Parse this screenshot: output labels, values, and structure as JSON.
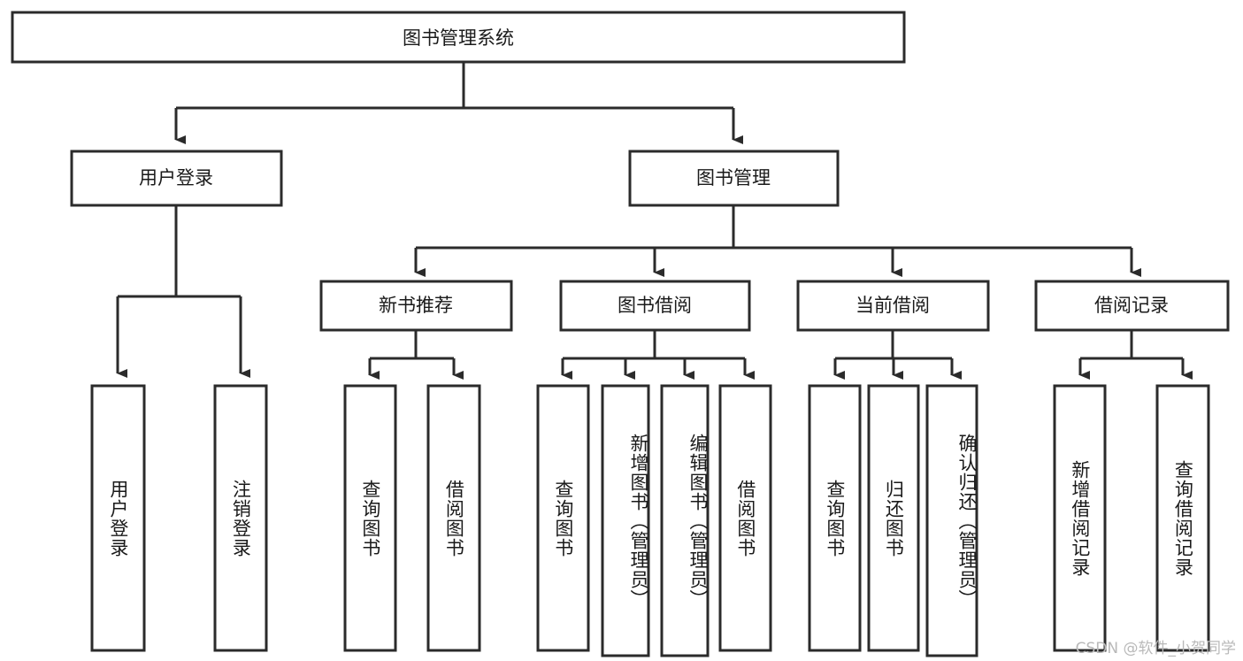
{
  "diagram": {
    "type": "tree",
    "title": "图书管理系统",
    "theme": {
      "background": "#ffffff",
      "box_stroke": "#2b2b2b",
      "box_fill": "#ffffff",
      "text": "#1a1a1a",
      "watermark": "#b9b9b9"
    },
    "root": {
      "label": "图书管理系统"
    },
    "level1": [
      {
        "id": "user-login",
        "label": "用户登录"
      },
      {
        "id": "book-manage",
        "label": "图书管理"
      }
    ],
    "level2": [
      {
        "id": "new-book-rec",
        "label": "新书推荐",
        "parent": "book-manage"
      },
      {
        "id": "book-borrow",
        "label": "图书借阅",
        "parent": "book-manage"
      },
      {
        "id": "current-borrow",
        "label": "当前借阅",
        "parent": "book-manage"
      },
      {
        "id": "borrow-record",
        "label": "借阅记录",
        "parent": "book-manage"
      }
    ],
    "leaves": [
      {
        "id": "leaf-user-login",
        "label": "用户登录",
        "parent": "user-login"
      },
      {
        "id": "leaf-logout-login",
        "label": "注销登录",
        "parent": "user-login"
      },
      {
        "id": "leaf-query-book-1",
        "label": "查询图书",
        "parent": "new-book-rec"
      },
      {
        "id": "leaf-borrow-book-1",
        "label": "借阅图书",
        "parent": "new-book-rec"
      },
      {
        "id": "leaf-query-book-2",
        "label": "查询图书",
        "parent": "book-borrow"
      },
      {
        "id": "leaf-add-book",
        "label": "新增图书（管理员）",
        "parent": "book-borrow"
      },
      {
        "id": "leaf-edit-book",
        "label": "编辑图书（管理员）",
        "parent": "book-borrow"
      },
      {
        "id": "leaf-borrow-book-2",
        "label": "借阅图书",
        "parent": "book-borrow"
      },
      {
        "id": "leaf-query-book-3",
        "label": "查询图书",
        "parent": "current-borrow"
      },
      {
        "id": "leaf-return-book",
        "label": "归还图书",
        "parent": "current-borrow"
      },
      {
        "id": "leaf-confirm-return",
        "label": "确认归还（管理员）",
        "parent": "current-borrow"
      },
      {
        "id": "leaf-add-record",
        "label": "新增借阅记录",
        "parent": "borrow-record"
      },
      {
        "id": "leaf-query-record",
        "label": "查询借阅记录",
        "parent": "borrow-record"
      }
    ],
    "watermark": "CSDN @软件_小贺同学"
  }
}
